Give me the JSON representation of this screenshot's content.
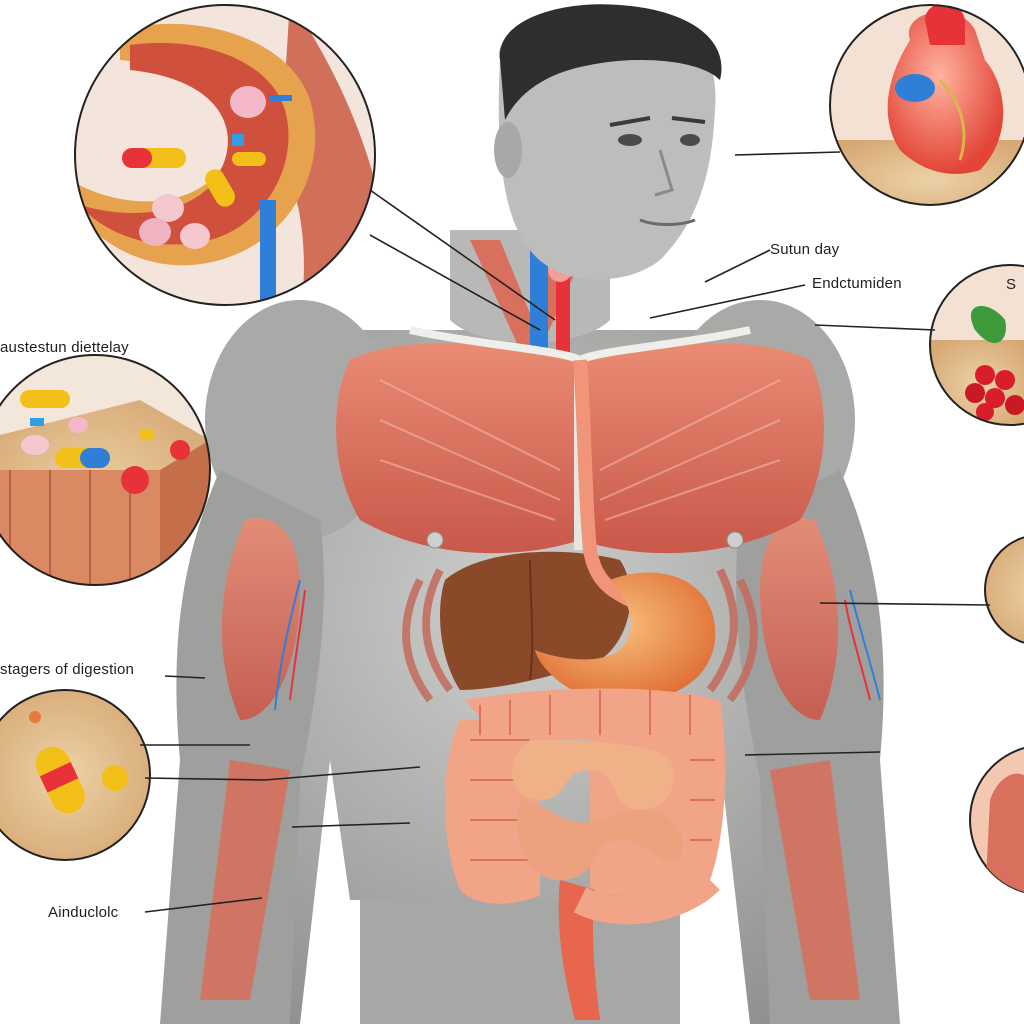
{
  "labels": {
    "surun_day": "Sutun day",
    "endocrine": "Endctumiden",
    "dietary": "austestun diettelay",
    "digestion": "stagers of digestion",
    "ainduclolc": "Ainduclolc",
    "right_edge": "S"
  },
  "colors": {
    "skin": "#b4b4b2",
    "muscle": "#e07a66",
    "organ_liver": "#8a4a2a",
    "stomach": "#f3a062",
    "intestine": "#f2a488",
    "artery": "#e8323a",
    "vein": "#2f7fd8",
    "callout_sand": "#e7c9a0",
    "leader_line": "#222222"
  },
  "callouts": [
    {
      "name": "stomach-cross-section-inset",
      "content": "stomach interior with pills"
    },
    {
      "name": "heart-inset",
      "content": "heart"
    },
    {
      "name": "berries-inset",
      "content": "berries and leaves"
    },
    {
      "name": "dietary-inset",
      "content": "capsules and pills on tissue"
    },
    {
      "name": "capsule-inset",
      "content": "capsule and tablet on tissue"
    }
  ],
  "icons": [
    "pill-icon",
    "capsule-icon",
    "heart-icon",
    "berry-icon",
    "leaf-icon"
  ]
}
